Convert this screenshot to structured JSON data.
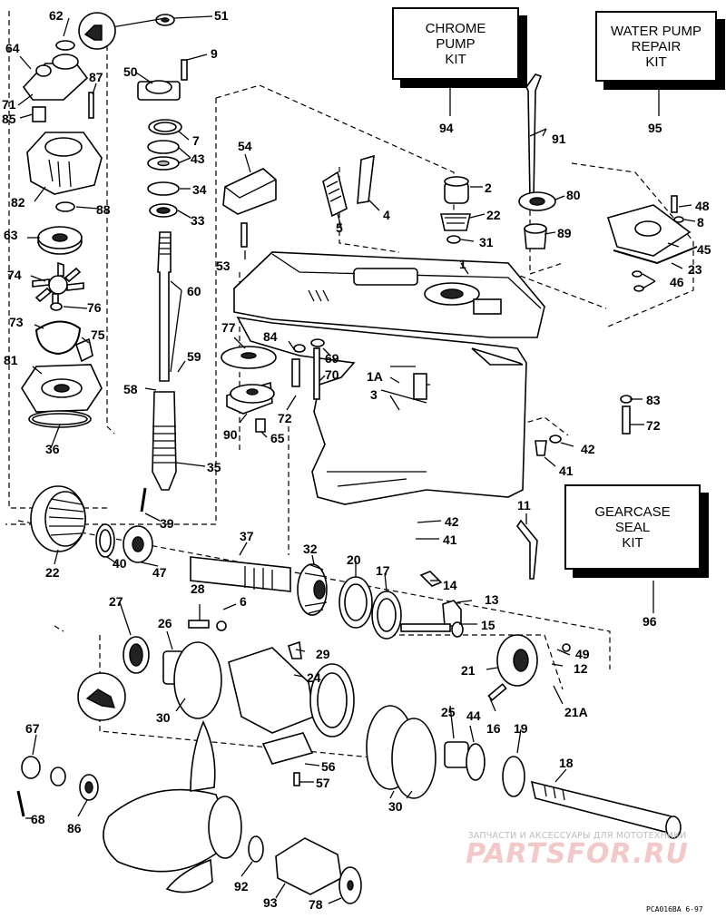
{
  "kits": {
    "chrome": "CHROME\nPUMP\nKIT",
    "water": "WATER PUMP\nREPAIR\nKIT",
    "seal": "GEARCASE\nSEAL\nKIT"
  },
  "labels": {
    "p62": "62",
    "p51": "51",
    "p64": "64",
    "p9": "9",
    "p87": "87",
    "p50": "50",
    "p71": "71",
    "p85": "85",
    "p7": "7",
    "p43": "43",
    "p82": "82",
    "p34": "34",
    "p88": "88",
    "p33": "33",
    "p63": "63",
    "p74": "74",
    "p60": "60",
    "p76": "76",
    "p73": "73",
    "p75": "75",
    "p81": "81",
    "p59": "59",
    "p58": "58",
    "p36": "36",
    "p35": "35",
    "p39": "39",
    "p54": "54",
    "p53": "53",
    "p5": "5",
    "p4": "4",
    "p2": "2",
    "p22a": "22",
    "p31": "31",
    "p1": "1",
    "p94": "94",
    "p91": "91",
    "p95": "95",
    "p80": "80",
    "p89": "89",
    "p48": "48",
    "p8": "8",
    "p45": "45",
    "p23": "23",
    "p46": "46",
    "p77": "77",
    "p84": "84",
    "p69": "69",
    "p70": "70",
    "p72a": "72",
    "p90": "90",
    "p65": "65",
    "p1A": "1A",
    "p3": "3",
    "p83": "83",
    "p72b": "72",
    "p42a": "42",
    "p41a": "41",
    "p11": "11",
    "p42b": "42",
    "p41b": "41",
    "p96": "96",
    "p22b": "22",
    "p40": "40",
    "p47": "47",
    "p37": "37",
    "p32": "32",
    "p20": "20",
    "p17": "17",
    "p14": "14",
    "p13": "13",
    "p15": "15",
    "p27": "27",
    "p28": "28",
    "p6": "6",
    "p26": "26",
    "p29": "29",
    "p24": "24",
    "p49": "49",
    "p21": "21",
    "p12": "12",
    "p30a": "30",
    "p21A": "21A",
    "p25": "25",
    "p44": "44",
    "p16": "16",
    "p19": "19",
    "p18": "18",
    "p67": "67",
    "p56": "56",
    "p57": "57",
    "p30b": "30",
    "p68": "68",
    "p86": "86",
    "p92": "92",
    "p93": "93",
    "p78": "78"
  },
  "watermark": {
    "top": "ЗАПЧАСТИ И АКСЕССУАРЫ ДЛЯ МОТОТЕХНИКИ",
    "brand": "PARTSFOR.RU"
  },
  "footer": "PCA016BA  6-97"
}
